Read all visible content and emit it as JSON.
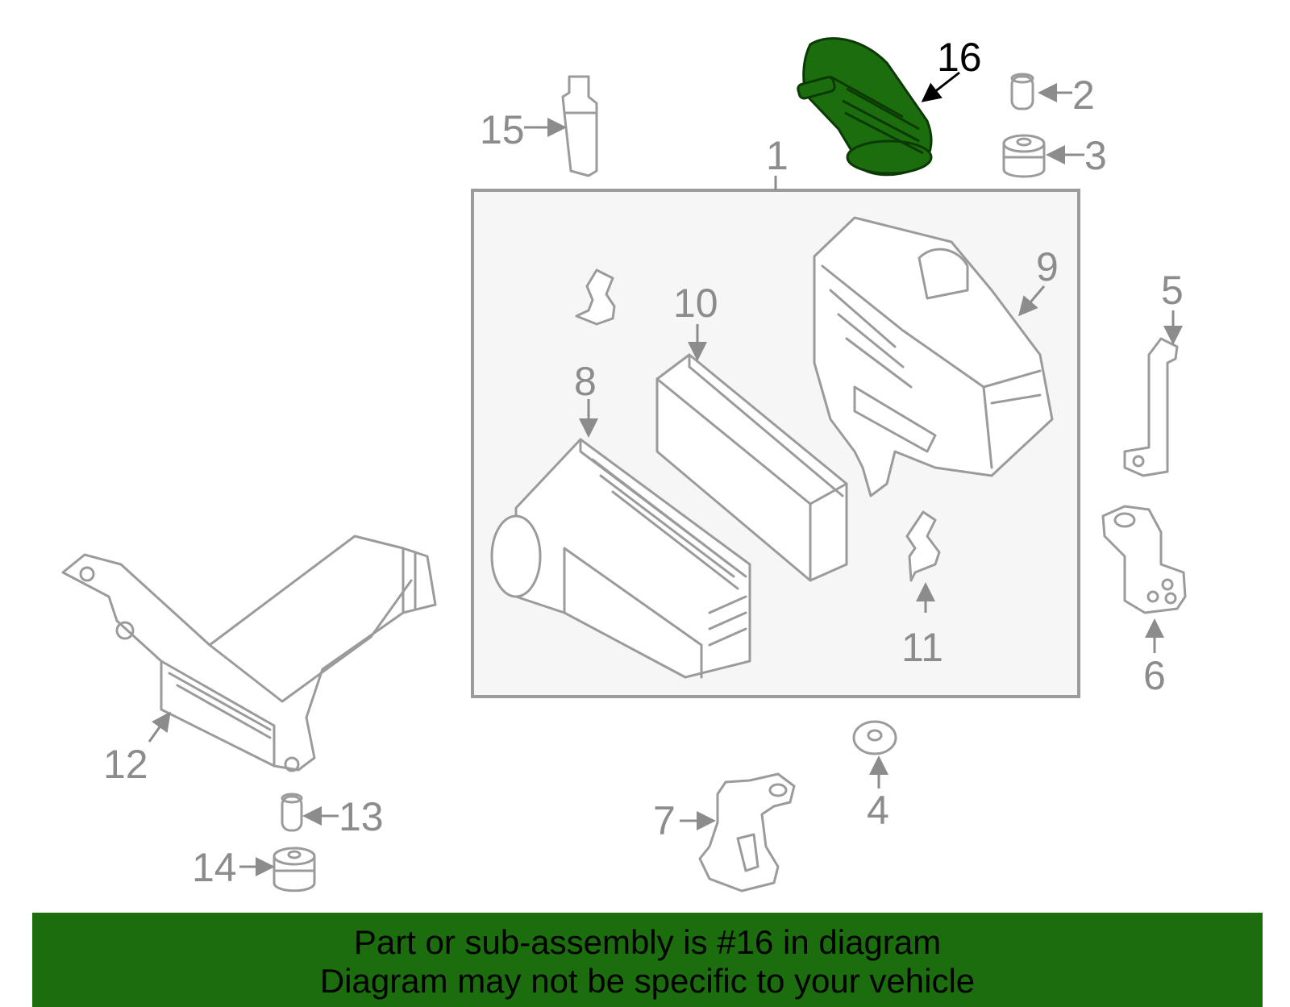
{
  "diagram": {
    "highlight_color": "#1b6d0d",
    "part_color": "#9b9b9b",
    "assembly_fill": "#f6f6f6",
    "callouts": {
      "c1": "1",
      "c2": "2",
      "c3": "3",
      "c4": "4",
      "c5": "5",
      "c6": "6",
      "c7": "7",
      "c8": "8",
      "c9": "9",
      "c10": "10",
      "c11": "11",
      "c12": "12",
      "c13": "13",
      "c14": "14",
      "c15": "15",
      "c16": "16"
    }
  },
  "banner": {
    "line1": "Part or sub-assembly is #16 in diagram",
    "line2": "Diagram may not be specific to your vehicle",
    "background": "#1b6d0d"
  }
}
